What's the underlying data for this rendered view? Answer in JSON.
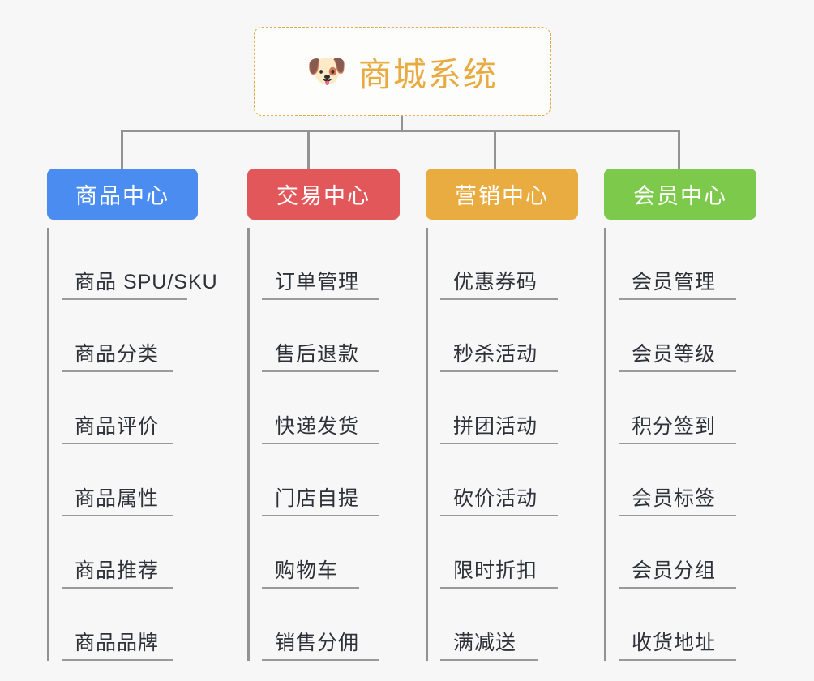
{
  "diagram": {
    "title": "商城系统",
    "root": {
      "icon": "dog-face-emoji",
      "icon_glyph": "🐶",
      "label": "商城系统",
      "text_color": "#e8ab41",
      "border_color": "#e2ab4e",
      "background": "#fdfdfc"
    },
    "connector_color": "#939393",
    "canvas_background": "#f7f7f7",
    "branches": [
      {
        "label": "商品中心",
        "color": "#4a8cf0",
        "items": [
          "商品 SPU/SKU",
          "商品分类",
          "商品评价",
          "商品属性",
          "商品推荐",
          "商品品牌"
        ]
      },
      {
        "label": "交易中心",
        "color": "#e2585a",
        "items": [
          "订单管理",
          "售后退款",
          "快递发货",
          "门店自提",
          "购物车",
          "销售分佣"
        ]
      },
      {
        "label": "营销中心",
        "color": "#e9ac41",
        "items": [
          "优惠券码",
          "秒杀活动",
          "拼团活动",
          "砍价活动",
          "限时折扣",
          "满减送"
        ]
      },
      {
        "label": "会员中心",
        "color": "#7dc94c",
        "items": [
          "会员管理",
          "会员等级",
          "积分签到",
          "会员标签",
          "会员分组",
          "收货地址"
        ]
      }
    ]
  }
}
